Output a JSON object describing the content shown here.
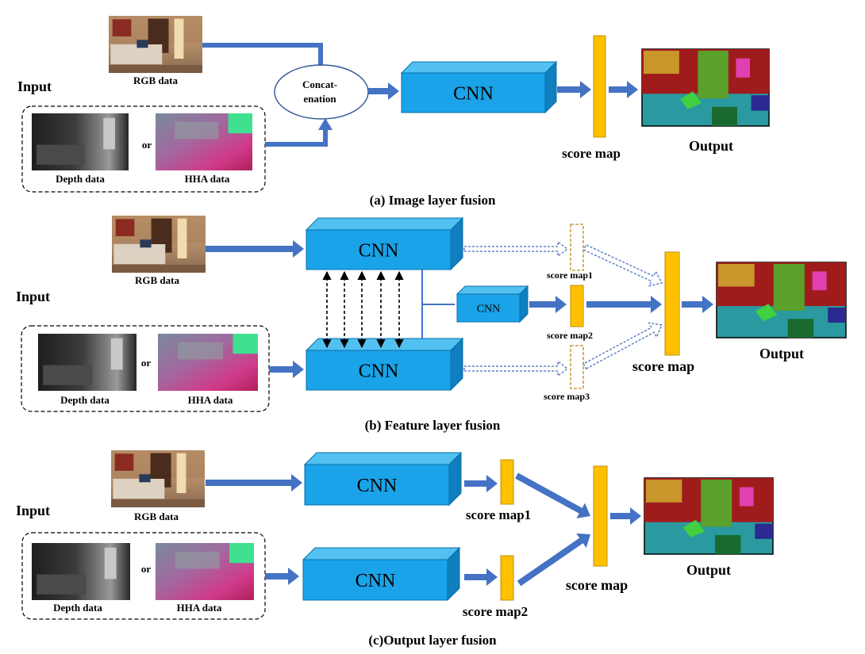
{
  "labels": {
    "input": "Input",
    "output": "Output",
    "rgb": "RGB data",
    "depth": "Depth data",
    "hha": "HHA data",
    "or": "or",
    "cnn": "CNN",
    "score_map": "score map",
    "score_map1": "score map1",
    "score_map2": "score map2",
    "score_map3": "score map3",
    "concat_line1": "Concat-",
    "concat_line2": "enation"
  },
  "captions": {
    "a": "(a) Image layer fusion",
    "b": "(b) Feature layer fusion",
    "c": "(c)Output layer fusion"
  },
  "colors": {
    "arrow": "#4472c4",
    "cnn_front": "#1aa3e8",
    "cnn_top": "#52c0f0",
    "cnn_side": "#0f7fbf",
    "score": "#ffc000",
    "score_border": "#c09000"
  }
}
